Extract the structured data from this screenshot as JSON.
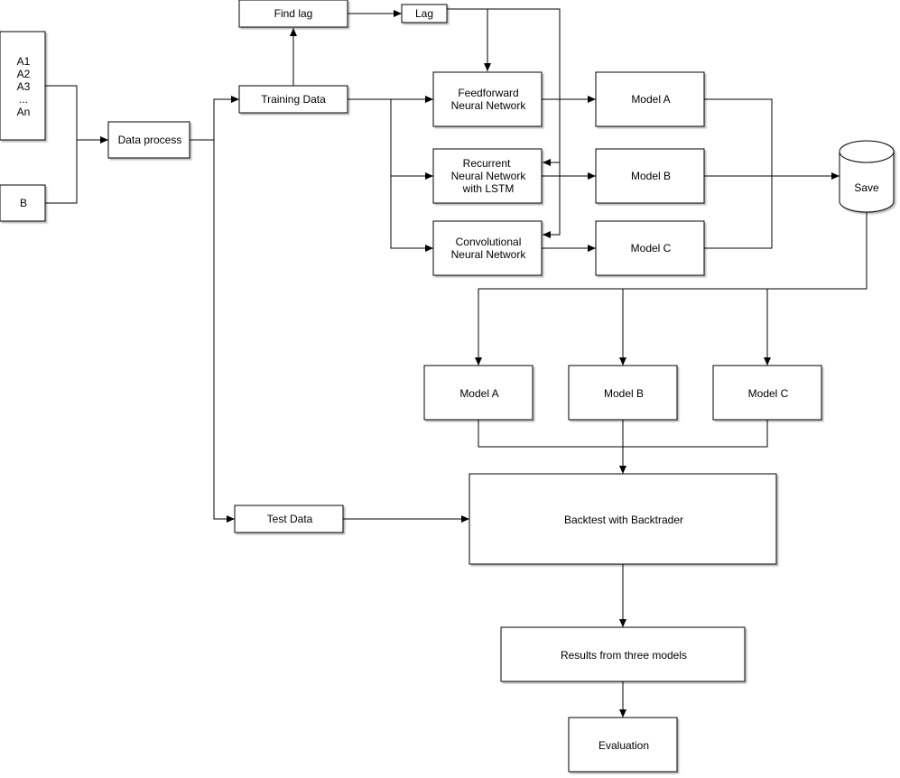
{
  "nodes": {
    "inputs_a": {
      "lines": [
        "A1",
        "A2",
        "A3",
        "...",
        "An"
      ]
    },
    "input_b": {
      "label": "B"
    },
    "data_process": {
      "label": "Data process"
    },
    "training_data": {
      "label": "Training Data"
    },
    "find_lag": {
      "label": "Find lag"
    },
    "lag": {
      "label": "Lag"
    },
    "ffnn": {
      "lines": [
        "Feedforward",
        "Neural Network"
      ]
    },
    "rnn": {
      "lines": [
        "Recurrent",
        "Neural Network",
        "with LSTM"
      ]
    },
    "cnn": {
      "lines": [
        "Convolutional",
        "Neural Network"
      ]
    },
    "model_a_top": {
      "label": "Model A"
    },
    "model_b_top": {
      "label": "Model B"
    },
    "model_c_top": {
      "label": "Model C"
    },
    "save": {
      "label": "Save"
    },
    "model_a_bottom": {
      "label": "Model A"
    },
    "model_b_bottom": {
      "label": "Model B"
    },
    "model_c_bottom": {
      "label": "Model C"
    },
    "test_data": {
      "label": "Test Data"
    },
    "backtest": {
      "label": "Backtest with Backtrader"
    },
    "results": {
      "label": "Results from three models"
    },
    "evaluation": {
      "label": "Evaluation"
    }
  }
}
